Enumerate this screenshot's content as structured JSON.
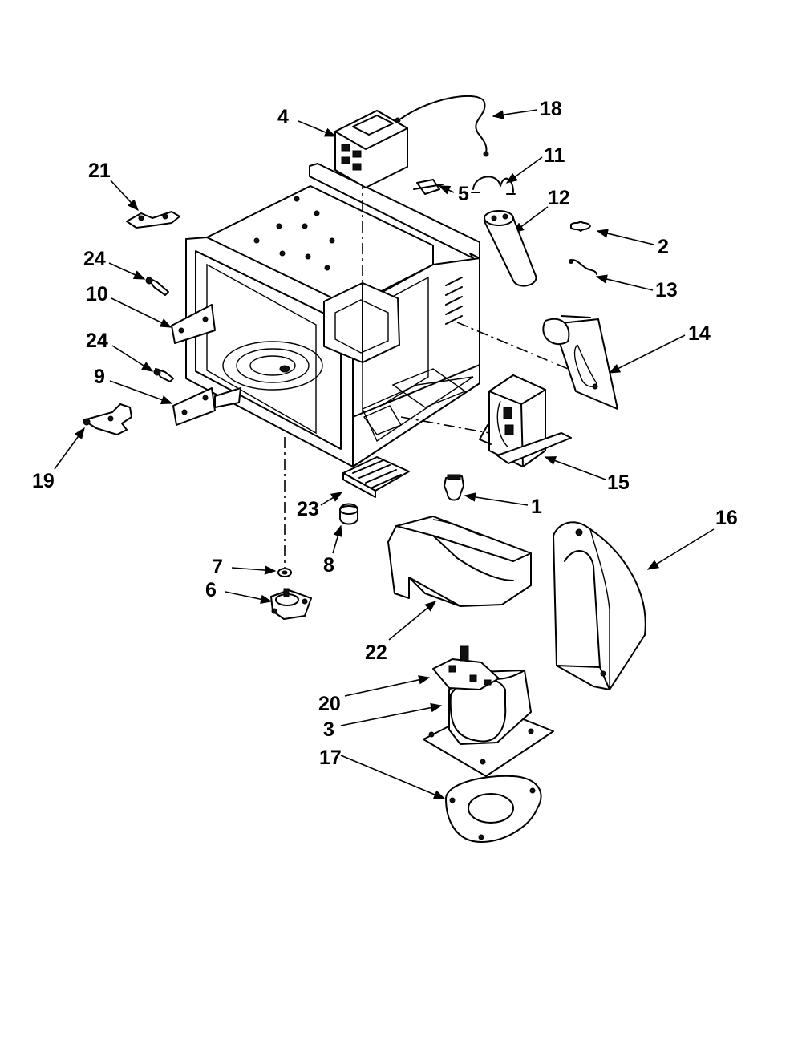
{
  "diagram": {
    "callouts": [
      {
        "id": "c18",
        "label": "18"
      },
      {
        "id": "c4",
        "label": "4"
      },
      {
        "id": "c11",
        "label": "11"
      },
      {
        "id": "c21",
        "label": "21"
      },
      {
        "id": "c12",
        "label": "12"
      },
      {
        "id": "c5",
        "label": "5"
      },
      {
        "id": "c2",
        "label": "2"
      },
      {
        "id": "c24a",
        "label": "24"
      },
      {
        "id": "c13",
        "label": "13"
      },
      {
        "id": "c10",
        "label": "10"
      },
      {
        "id": "c14",
        "label": "14"
      },
      {
        "id": "c24b",
        "label": "24"
      },
      {
        "id": "c9",
        "label": "9"
      },
      {
        "id": "c15",
        "label": "15"
      },
      {
        "id": "c19",
        "label": "19"
      },
      {
        "id": "c1",
        "label": "1"
      },
      {
        "id": "c23",
        "label": "23"
      },
      {
        "id": "c16",
        "label": "16"
      },
      {
        "id": "c8",
        "label": "8"
      },
      {
        "id": "c7",
        "label": "7"
      },
      {
        "id": "c6",
        "label": "6"
      },
      {
        "id": "c22",
        "label": "22"
      },
      {
        "id": "c20",
        "label": "20"
      },
      {
        "id": "c3",
        "label": "3"
      },
      {
        "id": "c17",
        "label": "17"
      }
    ]
  }
}
